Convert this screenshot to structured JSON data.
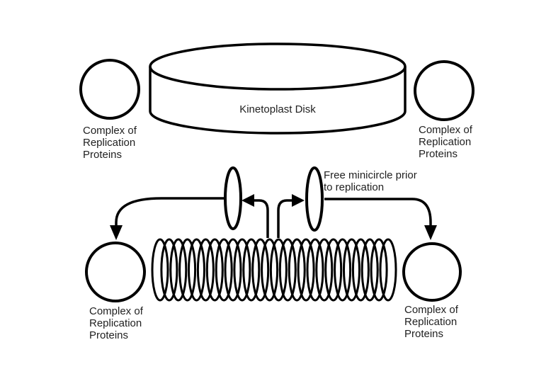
{
  "labels": {
    "complex_of_replication_proteins": "Complex of\nReplication\nProteins",
    "kinetoplast_disk": "Kinetoplast Disk",
    "free_minicircle": "Free minicircle prior\nto replication"
  },
  "colors": {
    "line": "#000000",
    "text": "#1f1f1f",
    "background": "#ffffff"
  },
  "coil": {
    "loops": 26
  }
}
